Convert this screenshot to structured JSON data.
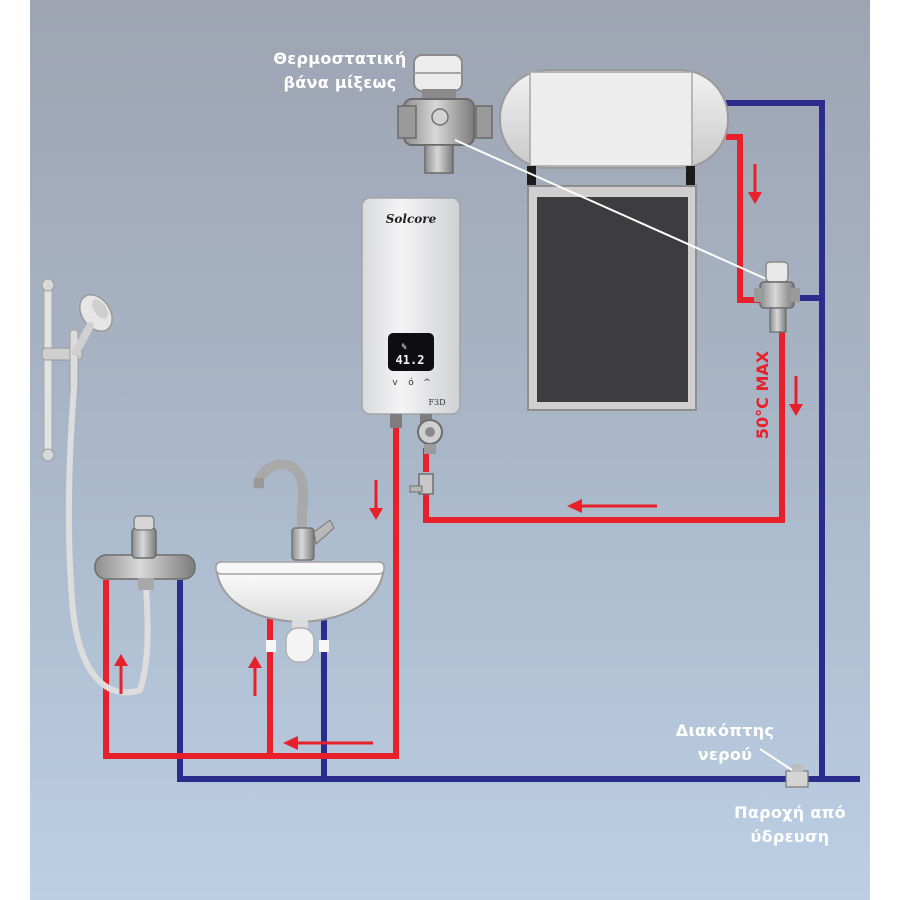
{
  "labels": {
    "valve_line1": "Θερμοστατική",
    "valve_line2": "βάνα μίξεως",
    "temp_limit": "50°C MAX",
    "switch_line1": "Διακόπτης",
    "switch_line2": "νερού",
    "supply_line1": "Παροχή από",
    "supply_line2": "ύδρευση"
  },
  "heater": {
    "brand": "Solcore",
    "display_top": "%",
    "display_value": "41.2",
    "buttons": [
      "v",
      "ó",
      "^"
    ],
    "model": "F3D"
  },
  "colors": {
    "hot_pipe": "#e8202a",
    "cold_pipe": "#2b2c8c",
    "background_top": "#9ea4b2",
    "background_bottom": "#bccfe5",
    "label_text": "#ffffff"
  },
  "icons": [
    "thermostatic-valve-icon",
    "solar-tank-icon",
    "solar-panel-icon",
    "water-heater-icon",
    "sink-icon",
    "faucet-icon",
    "shower-mixer-icon",
    "shower-head-icon",
    "shut-off-valve-icon",
    "flow-arrow-icon"
  ]
}
